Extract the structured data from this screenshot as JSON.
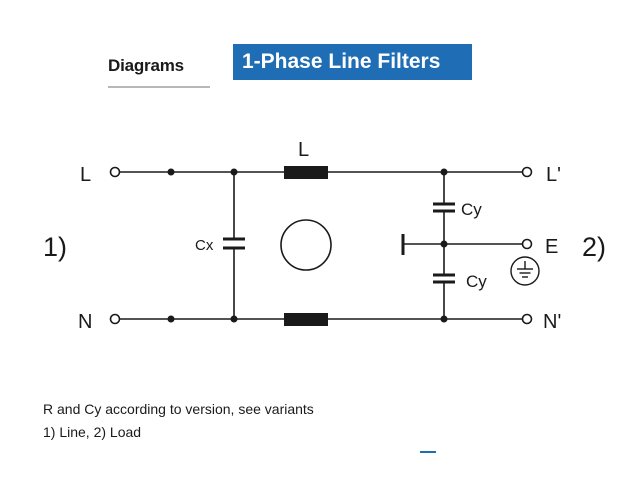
{
  "header": {
    "tab_label": "Diagrams",
    "title": "1-Phase Line Filters"
  },
  "diagram": {
    "terminals": {
      "line_in": "L",
      "neutral_in": "N",
      "line_out": "L'",
      "neutral_out": "N'",
      "earth": "E"
    },
    "side_labels": {
      "left": "1)",
      "right": "2)"
    },
    "components": {
      "inductor": "L",
      "cap_x": "Cx",
      "cap_y_top": "Cy",
      "cap_y_bottom": "Cy"
    },
    "colors": {
      "wire": "#1a1a1a",
      "banner": "#1f6db5"
    }
  },
  "notes": {
    "line1": "R and Cy according to version, see variants",
    "line2": "1) Line, 2) Load"
  }
}
